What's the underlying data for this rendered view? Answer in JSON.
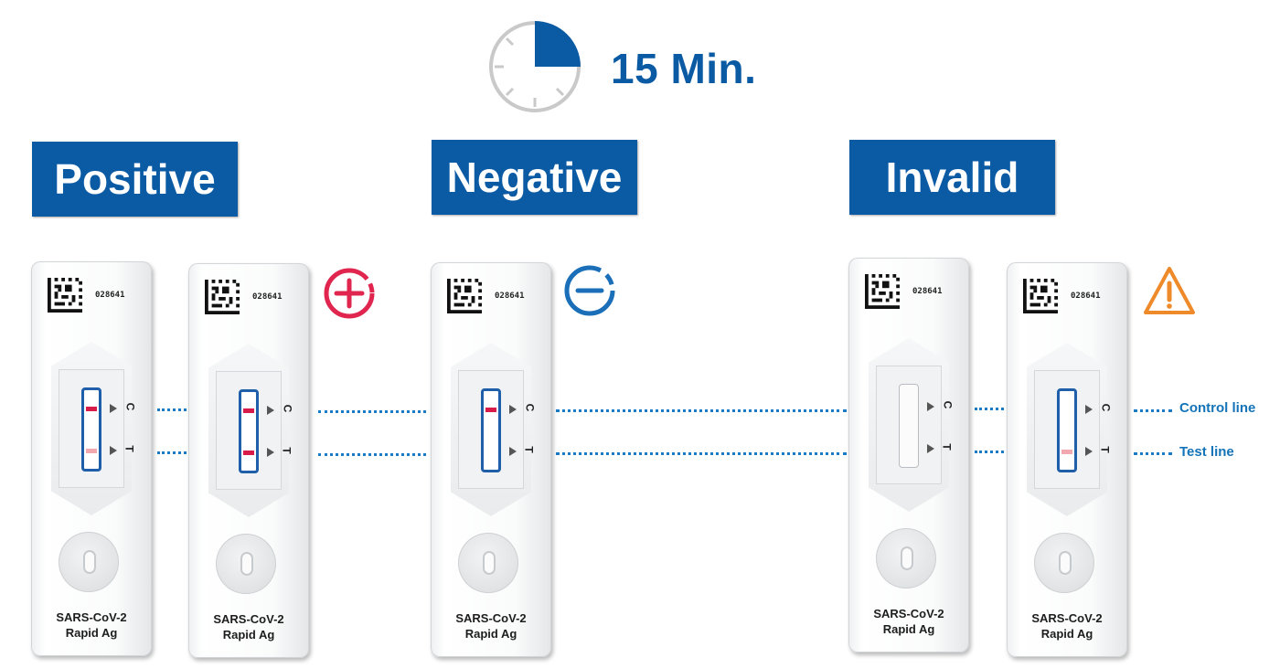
{
  "header": {
    "timer_text": "15 Min.",
    "timer_icon": "clock-quarter-icon"
  },
  "categories": [
    {
      "label": "Positive",
      "symbol": "plus-circle-icon",
      "symbol_color": "#e0264e"
    },
    {
      "label": "Negative",
      "symbol": "minus-circle-icon",
      "symbol_color": "#1a6fb8"
    },
    {
      "label": "Invalid",
      "symbol": "warning-triangle-icon",
      "symbol_color": "#ef8a2b"
    }
  ],
  "cassettes": [
    {
      "serial": "028641",
      "name1": "SARS-CoV-2",
      "name2": "Rapid Ag",
      "c_mark": "C",
      "t_mark": "T"
    },
    {
      "serial": "028641",
      "name1": "SARS-CoV-2",
      "name2": "Rapid Ag",
      "c_mark": "C",
      "t_mark": "T"
    },
    {
      "serial": "028641",
      "name1": "SARS-CoV-2",
      "name2": "Rapid Ag",
      "c_mark": "C",
      "t_mark": "T"
    },
    {
      "serial": "028641",
      "name1": "SARS-CoV-2",
      "name2": "Rapid Ag",
      "c_mark": "C",
      "t_mark": "T"
    },
    {
      "serial": "028641",
      "name1": "SARS-CoV-2",
      "name2": "Rapid Ag",
      "c_mark": "C",
      "t_mark": "T"
    }
  ],
  "lines": {
    "control_label": "Control line",
    "test_label": "Test line"
  },
  "colors": {
    "brand_blue": "#0b5aa4",
    "line_red": "#d81c4a",
    "line_faint": "#f1a8ae",
    "strip_blue": "#1f5fa9",
    "dot_blue": "#1a7bc4"
  }
}
